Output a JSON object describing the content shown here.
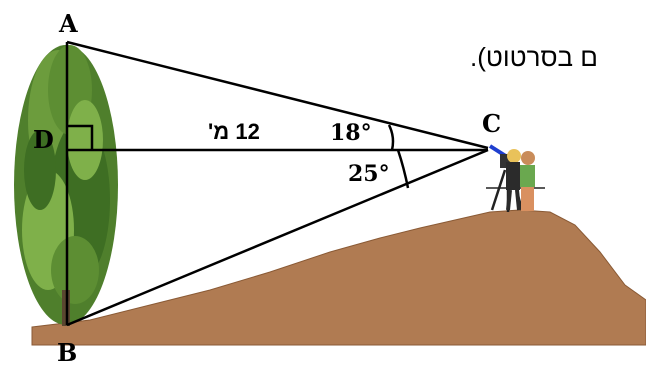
{
  "caption_fragment": "ם בסרטוט).",
  "points": {
    "A": "A",
    "B": "B",
    "C": "C",
    "D": "D"
  },
  "distance_label": "12 מ'",
  "angle_upper": "18°",
  "angle_lower": "25°",
  "colors": {
    "hill": "#b07b52",
    "tree_dark": "#3e6e23",
    "tree_light": "#7fb04a",
    "trunk": "#5a4630",
    "lines": "#000000"
  }
}
